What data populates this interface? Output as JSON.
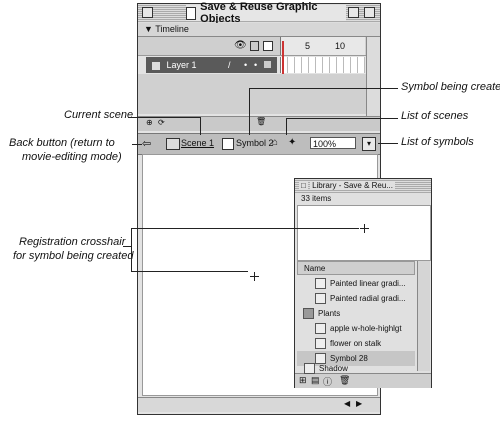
{
  "window": {
    "title": "Save & Reuse Graphic Objects"
  },
  "timeline": {
    "label": "Timeline",
    "layer_name": "Layer 1",
    "ruler_5": "5",
    "ruler_10": "10"
  },
  "editbar": {
    "scene_label": "Scene 1",
    "symbol_label": "Symbol 2",
    "zoom_value": "100%"
  },
  "library": {
    "title": "Library - Save & Reu...",
    "count": "33 items",
    "column_name": "Name",
    "items": [
      {
        "label": "Painted linear gradi..."
      },
      {
        "label": "Painted radial gradi..."
      },
      {
        "label": "Plants"
      },
      {
        "label": "apple w-hole-highlgt"
      },
      {
        "label": "flower on stalk"
      },
      {
        "label": "Symbol 28"
      },
      {
        "label": "Shadow"
      }
    ]
  },
  "callouts": {
    "current_scene": "Current scene",
    "back_button_1": "Back button (return to",
    "back_button_2": "movie-editing mode)",
    "registration_1": "Registration crosshair",
    "registration_2": "for symbol being created",
    "symbol_created": "Symbol being created",
    "list_scenes": "List of scenes",
    "list_symbols": "List of symbols"
  }
}
